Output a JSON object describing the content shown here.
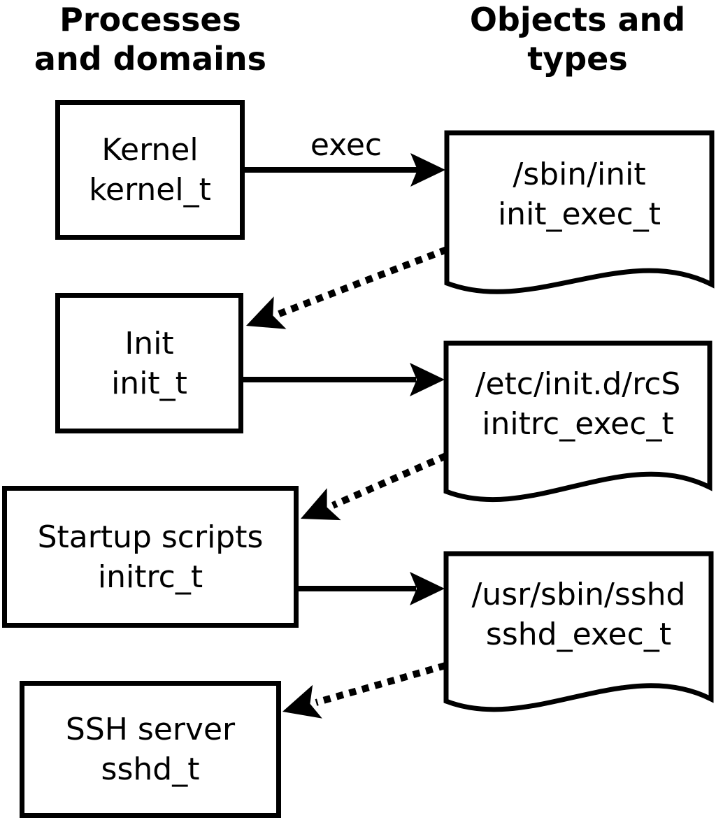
{
  "diagram": {
    "heading_left": {
      "line1": "Processes",
      "line2": "and domains"
    },
    "heading_right": {
      "line1": "Objects and",
      "line2": "types"
    },
    "exec_arrow_label": "exec",
    "colors": {
      "foreground": "#000000",
      "background": "#ffffff"
    },
    "process_boxes": [
      {
        "name": "Kernel",
        "type": "kernel_t"
      },
      {
        "name": "Init",
        "type": "init_t"
      },
      {
        "name": "Startup scripts",
        "type": "initrc_t"
      },
      {
        "name": "SSH server",
        "type": "sshd_t"
      }
    ],
    "object_docs": [
      {
        "path": "/sbin/init",
        "type": "init_exec_t"
      },
      {
        "path": "/etc/init.d/rcS",
        "type": "initrc_exec_t"
      },
      {
        "path": "/usr/sbin/sshd",
        "type": "sshd_exec_t"
      }
    ]
  }
}
